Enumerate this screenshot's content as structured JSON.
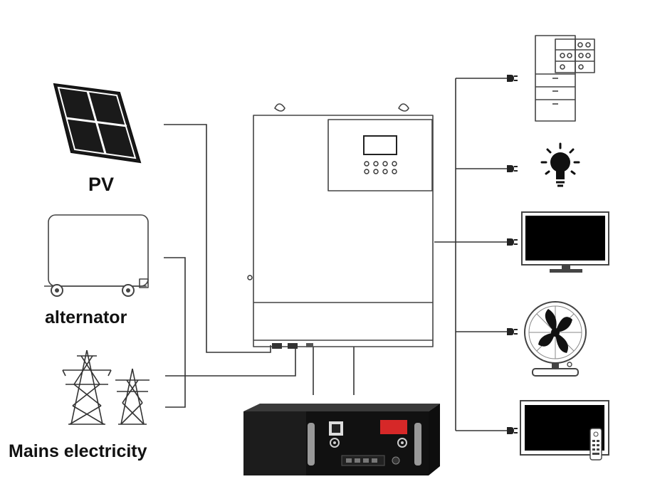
{
  "sources": {
    "pv_label": "PV",
    "alternator_label": "alternator",
    "mains_label": "Mains electricity"
  },
  "icons": {
    "solar_panel": "solar-panel-icon",
    "alternator": "alternator-generator-icon",
    "power_towers": "transmission-tower-icon",
    "inverter": "hybrid-inverter-icon",
    "battery": "rack-battery-icon",
    "loads": [
      "refrigerator-icon",
      "light-bulb-icon",
      "monitor-icon",
      "fan-icon",
      "television-icon"
    ],
    "plug": "power-plug-icon"
  },
  "colors": {
    "line": "#333333",
    "battery_body": "#1c1c1c",
    "battery_display": "#d62828",
    "screen": "#000000",
    "text": "#111111"
  }
}
